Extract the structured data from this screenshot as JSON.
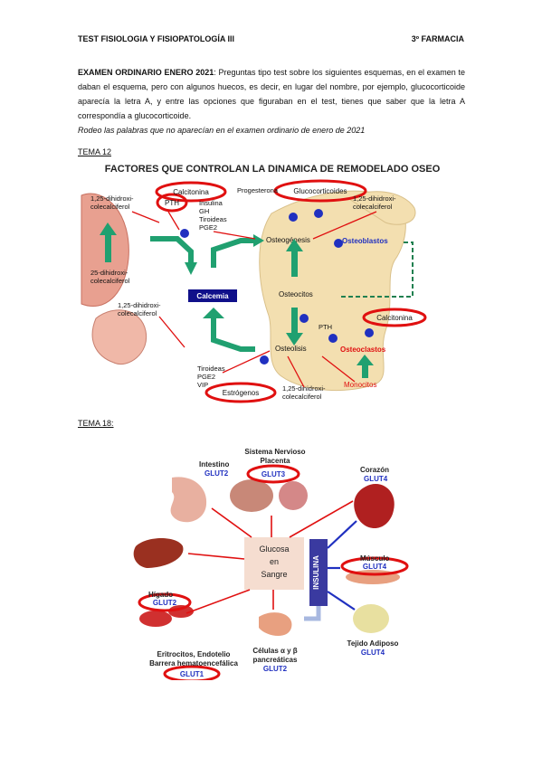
{
  "header": {
    "left": "TEST FISIOLOGIA Y FISIOPATOLOGÍA III",
    "right": "3º FARMACIA"
  },
  "intro": {
    "bold": "EXAMEN ORDINARIO ENERO 2021",
    "text": ": Preguntas tipo test sobre los siguientes esquemas, en el examen te daban el esquema, pero con algunos huecos, es decir, en lugar del nombre, por ejemplo, glucocorticoide aparecía la letra A, y entre las opciones que figuraban en el test, tienes que saber que la letra A correspondía a glucocorticoide."
  },
  "note": "Rodeo las palabras que no aparecían en el examen ordinario de enero de 2021",
  "tema12": {
    "heading": "TEMA 12",
    "title": "FACTORES QUE CONTROLAN LA DINAMICA DE REMODELADO OSEO",
    "labels": {
      "calcitonina_top": "Calcitonina",
      "pth_top": "PTH",
      "dihidroxi_left1": "1,25-dihidroxi-",
      "dihidroxi_left2": "colecalciferol",
      "insulina": "Insulina",
      "gh": "GH",
      "tiroideas": "Tiroideas",
      "pge2": "PGE2",
      "progesterona": "Progesterona",
      "glucocorticoides": "Glucocorticoides",
      "dihidroxi_right1": "1,25-dihidroxi-",
      "dihidroxi_right2": "colecalciferol",
      "osteogenesis": "Osteogénesis",
      "osteoblastos": "Osteoblastos",
      "dihidroxi25_1": "25-dihidroxi-",
      "dihidroxi25_2": "colecalciferol",
      "calcemia": "Calcemia",
      "osteocitos": "Osteocitos",
      "dihidroxi_mid1": "1,25-dihidroxi-",
      "dihidroxi_mid2": "colecalciferol",
      "calcitonina_right": "Calcitonina",
      "pth_mid": "PTH",
      "osteolisis": "Osteolisis",
      "osteoclastos": "Osteoclastos",
      "tiroideas_b": "Tiroideas",
      "pge2_b": "PGE2",
      "vip": "VIP",
      "estrogenos": "Estrógenos",
      "dihidroxi_bot1": "1,25-dihidroxi-",
      "dihidroxi_bot2": "colecalciferol",
      "monocitos": "Monocitos"
    }
  },
  "tema18": {
    "heading": "TEMA 18:",
    "labels": {
      "intestino": "Intestino",
      "intestino_glut": "GLUT2",
      "snc1": "Sistema Nervioso",
      "snc2": "Placenta",
      "snc_glut": "GLUT3",
      "corazon": "Corazón",
      "corazon_glut": "GLUT4",
      "glucosa1": "Glucosa",
      "glucosa2": "en",
      "glucosa3": "Sangre",
      "insulina": "INSULINA",
      "musculo": "Músculo",
      "musculo_glut": "GLUT4",
      "higado": "Hígado",
      "higado_glut": "GLUT2",
      "eritro1": "Eritrocitos, Endotelio",
      "eritro2": "Barrera hematoencefálica",
      "eritro_glut": "GLUT1",
      "celulas1": "Células α y β",
      "celulas2": "pancreáticas",
      "celulas_glut": "GLUT2",
      "tejido": "Tejido Adiposo",
      "tejido_glut": "GLUT4"
    }
  }
}
